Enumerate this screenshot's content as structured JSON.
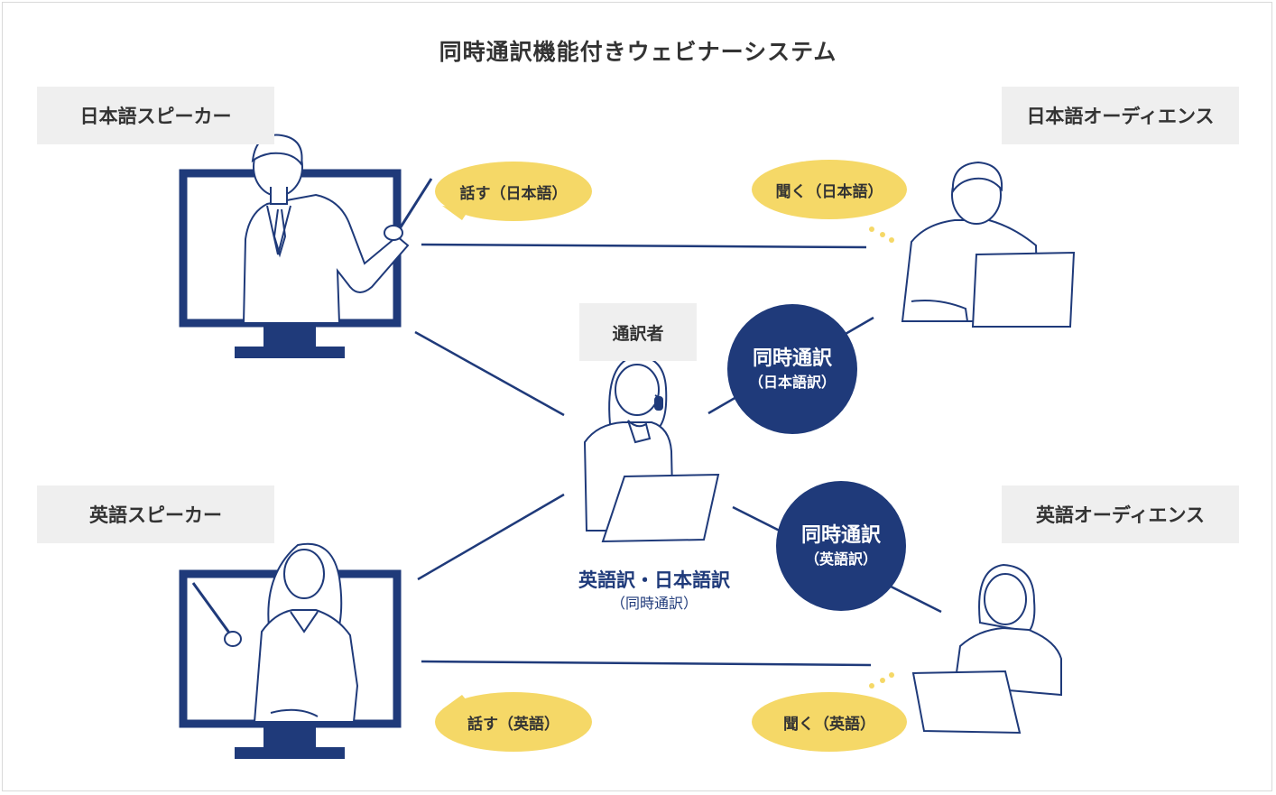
{
  "title": "同時通訳機能付きウェビナーシステム",
  "roles": {
    "jp_speaker": "日本語スピーカー",
    "jp_audience": "日本語オーディエンス",
    "en_speaker": "英語スピーカー",
    "en_audience": "英語オーディエンス",
    "interpreter": "通訳者"
  },
  "bubbles": {
    "speak_jp": "話す（日本語）",
    "listen_jp": "聞く（日本語）",
    "speak_en": "話す（英語）",
    "listen_en": "聞く（英語）"
  },
  "circles": {
    "jp_main": "同時通訳",
    "jp_sub": "（日本語訳）",
    "en_main": "同時通訳",
    "en_sub": "（英語訳）"
  },
  "interpreter_caption": {
    "main": "英語訳・日本語訳",
    "sub": "（同時通訳）"
  },
  "colors": {
    "navy": "#1f3a7a",
    "yellow": "#f5d867",
    "label_bg": "#efefef",
    "text": "#333333"
  }
}
